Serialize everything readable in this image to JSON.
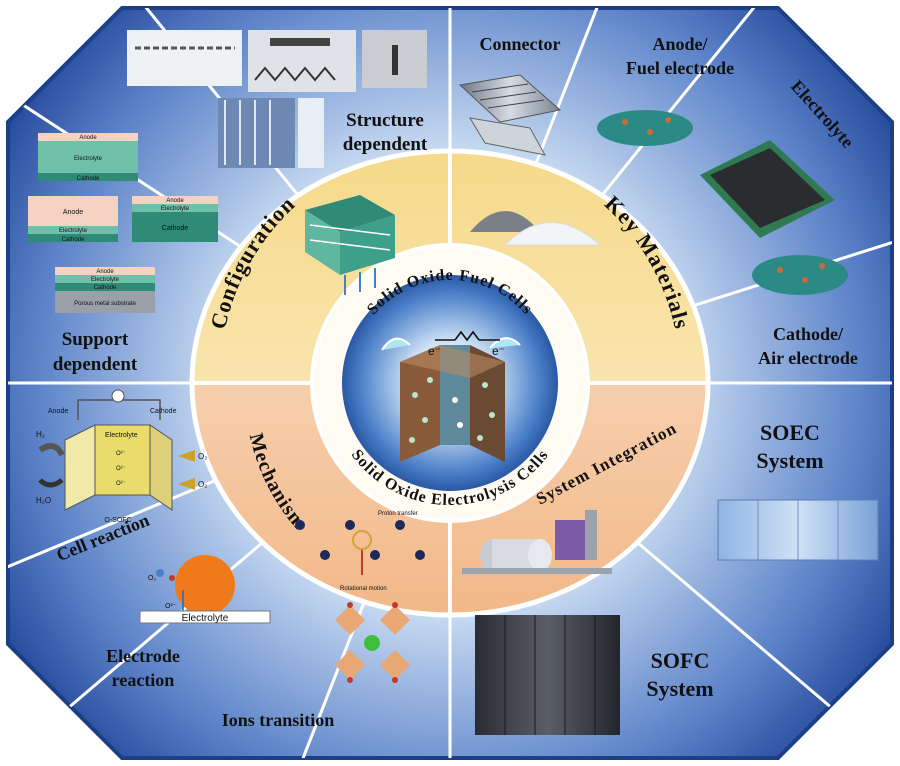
{
  "outer_labels": {
    "connector": "Connector",
    "anode_line1": "Anode/",
    "anode_line2": "Fuel electrode",
    "electrolyte": "Electrolyte",
    "cathode_line1": "Cathode/",
    "cathode_line2": "Air electrode",
    "soec_line1": "SOEC",
    "soec_line2": "System",
    "sofc_line1": "SOFC",
    "sofc_line2": "System",
    "ions": "Ions transition",
    "electrode_line1": "Electrode",
    "electrode_line2": "reaction",
    "cell_reaction": "Cell reaction",
    "support_line1": "Support",
    "support_line2": "dependent",
    "structure_line1": "Structure",
    "structure_line2": "dependent"
  },
  "ring_labels": {
    "configuration": "Configuration",
    "key_materials": "Key Materials",
    "mechanism": "Mechanism",
    "system_integration": "System Integration"
  },
  "core_labels": {
    "top": "Solid Oxide Fuel Cells",
    "bottom": "Solid Oxide Electrolysis Cells",
    "electron": "e⁻"
  },
  "stack_diagrams": {
    "d1": [
      "Anode",
      "Electrolyte",
      "Cathode"
    ],
    "d2": [
      "Anode",
      "Electrolyte",
      "Cathode"
    ],
    "d3": [
      "Anode",
      "Electrolyte",
      "Cathode"
    ],
    "d4": [
      "Anode",
      "Electrolyte",
      "Cathode",
      "Porous metal substrate"
    ]
  },
  "cell_reaction_diagram": {
    "anode": "Anode",
    "cathode": "Cathode",
    "electrolyte": "Electrolyte",
    "h2": "H₂",
    "h2o": "H₂O",
    "o2a": "O₂",
    "o2b": "O₂",
    "o_sofc": "O-SOFC",
    "ion1": "O²⁻",
    "ion2": "O²⁻",
    "ion3": "O²⁻"
  },
  "electrode_reaction_diagram": {
    "electrolyte": "Electrolyte",
    "o2": "O₂",
    "o_ion": "O²⁻"
  },
  "mechanism_diagram": {
    "proton": "Proton transfer",
    "rotation": "Rotational motion"
  },
  "colors": {
    "frame_dark": "#2d56a8",
    "frame_light": "#e6eff9",
    "ring_gold": "#f2cc63",
    "ring_peach": "#f4c7a0",
    "core_blue": "#1f4c9e"
  }
}
